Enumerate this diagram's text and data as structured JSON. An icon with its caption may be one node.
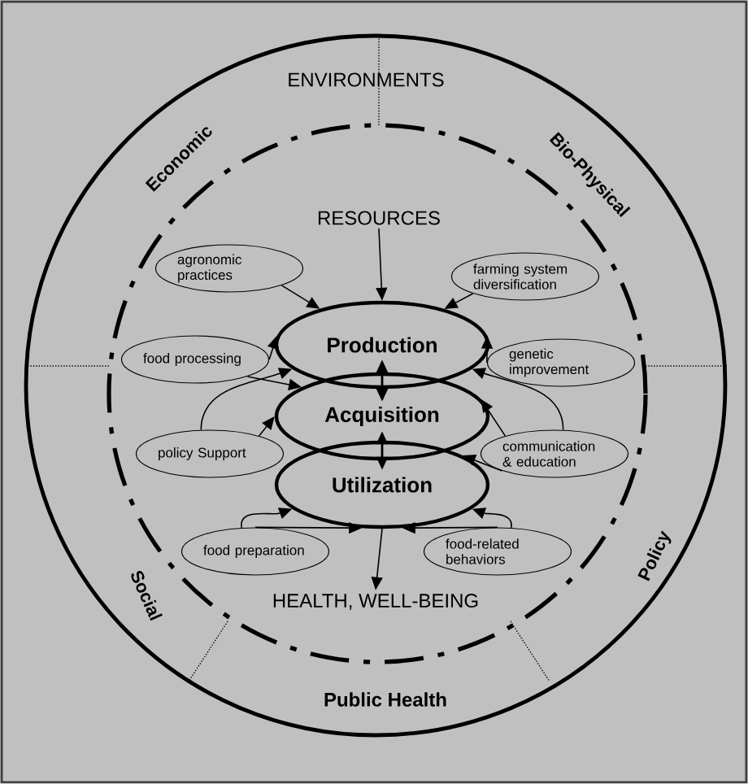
{
  "diagram": {
    "nodes": [
      {
        "text": [
          "RESOURCES"
        ]
      },
      {
        "text": [
          "agronomic practices"
        ]
      },
      {
        "text": [
          "farming system diversification"
        ]
      },
      {
        "text": [
          "Production"
        ]
      },
      {
        "text": [
          "food processing"
        ]
      },
      {
        "text": [
          "genetic improvement"
        ]
      },
      {
        "text": [
          "Acquisition"
        ]
      },
      {
        "text": [
          "policy Support"
        ]
      },
      {
        "text": [
          "communication & education"
        ]
      },
      {
        "text": [
          "Utilization"
        ]
      },
      {
        "text": [
          "food preparation"
        ]
      },
      {
        "text": [
          "food-related behaviors"
        ]
      },
      {
        "text": [
          "HEALTH, WELL-BEING"
        ]
      }
    ],
    "edges": [
      {
        "from": 0,
        "to": 3,
        "arrow": "to"
      },
      {
        "from": 3,
        "to": 6,
        "arrow": "both"
      },
      {
        "from": 6,
        "to": 9,
        "arrow": "both"
      },
      {
        "from": 9,
        "to": 12,
        "arrow": "to"
      },
      {
        "from": 1,
        "to": 3,
        "arrow": "to"
      },
      {
        "from": 2,
        "to": 3,
        "arrow": "to"
      },
      {
        "from": 4,
        "to": 3,
        "arrow": "to"
      },
      {
        "from": 4,
        "to": 6,
        "arrow": "to"
      },
      {
        "from": 7,
        "to": 3,
        "arrow": "to"
      },
      {
        "from": 7,
        "to": 6,
        "arrow": "to"
      },
      {
        "from": 10,
        "to": 9,
        "arrow": "to"
      },
      {
        "from": 10,
        "to": 9,
        "arrow": "to"
      },
      {
        "from": 5,
        "to": 3,
        "arrow": "to"
      },
      {
        "from": 8,
        "to": 3,
        "arrow": "to"
      },
      {
        "from": 8,
        "to": 6,
        "arrow": "to"
      },
      {
        "from": 8,
        "to": 9,
        "arrow": "to"
      },
      {
        "from": 11,
        "to": 9,
        "arrow": "to"
      },
      {
        "from": 11,
        "to": 9,
        "arrow": "to"
      }
    ],
    "labels": [
      "ENVIRONMENTS",
      "Economic",
      "Bio-Physical",
      "Social",
      "Policy",
      "Public Health"
    ]
  }
}
